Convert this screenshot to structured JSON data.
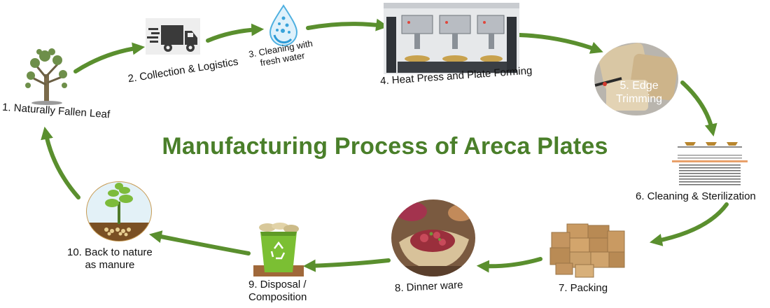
{
  "title": "Manufacturing Process of Areca Plates",
  "steps": [
    {
      "label": "1. Naturally Fallen Leaf",
      "icon": "tree-icon"
    },
    {
      "label": "2. Collection & Logistics",
      "icon": "delivery-truck-icon"
    },
    {
      "label_line1": "3. Cleaning with",
      "label_line2": "fresh water",
      "icon": "water-drop-icon"
    },
    {
      "label": "4. Heat Press and Plate Forming",
      "icon": "heat-press-machine-photo"
    },
    {
      "label_line1": "5. Edge",
      "label_line2": "Trimming",
      "icon": "edge-trimming-photo"
    },
    {
      "label": "6. Cleaning & Sterilization",
      "icon": "sterilization-machine-photo"
    },
    {
      "label": "7. Packing",
      "icon": "cardboard-boxes-photo"
    },
    {
      "label": "8. Dinner ware",
      "icon": "food-plate-photo"
    },
    {
      "label_line1": "9. Disposal /",
      "label_line2": "Composition",
      "icon": "compost-bin-icon"
    },
    {
      "label_line1": "10. Back to nature",
      "label_line2": "as manure",
      "icon": "sapling-soil-icon"
    }
  ],
  "colors": {
    "accent_green": "#4a7f2a",
    "arrow_green": "#5a8f2e"
  }
}
